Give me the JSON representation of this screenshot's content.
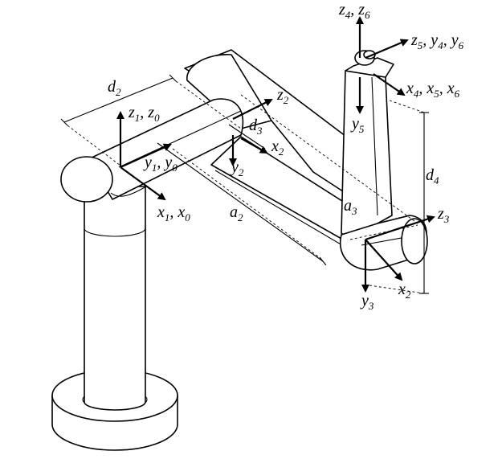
{
  "labels": {
    "z4_z6": {
      "text": "z",
      "subs": [
        "4",
        "6"
      ]
    },
    "z5_y4_y6": {
      "text": "z",
      "subs": [
        "5",
        "4",
        "6"
      ],
      "letters": [
        "z",
        "y",
        "y"
      ]
    },
    "x4_x5_x6": {
      "subs": [
        "4",
        "5",
        "6"
      ],
      "letters": [
        "x",
        "x",
        "x"
      ]
    },
    "d2": {
      "letter": "d",
      "sub": "2"
    },
    "z1_z0": {
      "letters": [
        "z",
        "z"
      ],
      "subs": [
        "1",
        "0"
      ]
    },
    "z2": {
      "letter": "z",
      "sub": "2"
    },
    "d3": {
      "letter": "d",
      "sub": "3"
    },
    "x2_top": {
      "letter": "x",
      "sub": "2"
    },
    "y5": {
      "letter": "y",
      "sub": "5"
    },
    "y1_y0": {
      "letters": [
        "y",
        "y"
      ],
      "subs": [
        "1",
        "0"
      ]
    },
    "y2": {
      "letter": "y",
      "sub": "2"
    },
    "d4": {
      "letter": "d",
      "sub": "4"
    },
    "a3": {
      "letter": "a",
      "sub": "3"
    },
    "z3": {
      "letter": "z",
      "sub": "3"
    },
    "a2": {
      "letter": "a",
      "sub": "2"
    },
    "x1_x0": {
      "letters": [
        "x",
        "x"
      ],
      "subs": [
        "1",
        "0"
      ]
    },
    "x2_bottom": {
      "letter": "x",
      "sub": "2"
    },
    "y3": {
      "letter": "y",
      "sub": "3"
    }
  }
}
